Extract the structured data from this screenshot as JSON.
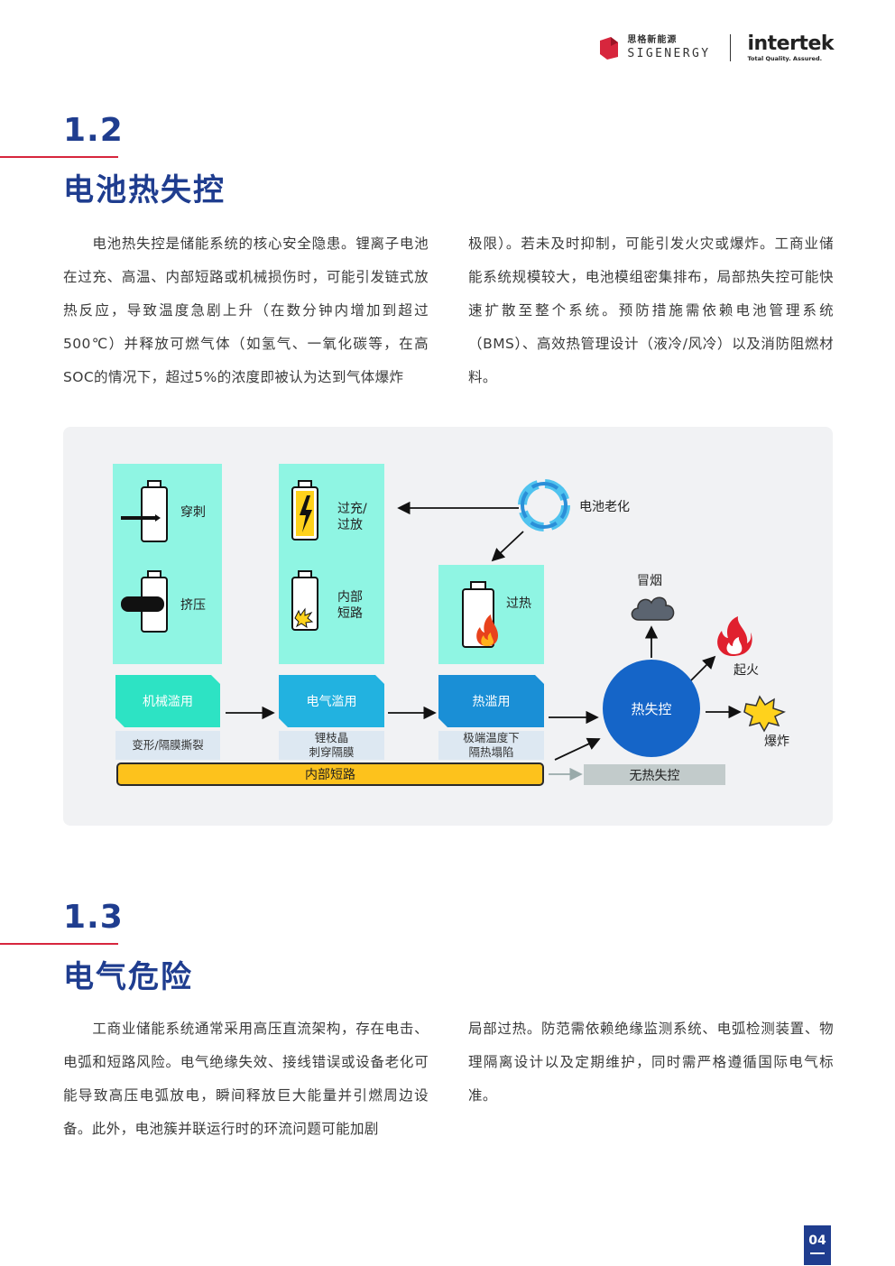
{
  "header": {
    "brand_cn": "思格新能源",
    "brand_en": "SIGENERGY",
    "partner": "intertek",
    "partner_tag": "Total Quality. Assured."
  },
  "section_1_2": {
    "number": "1.2",
    "title": "电池热失控",
    "col1": "　　电池热失控是储能系统的核心安全隐患。锂离子电池在过充、高温、内部短路或机械损伤时，可能引发链式放热反应，导致温度急剧上升（在数分钟内增加到超过500℃）并释放可燃气体（如氢气、一氧化碳等，在高SOC的情况下，超过5%的浓度即被认为达到气体爆炸",
    "col2": "极限）。若未及时抑制，可能引发火灾或爆炸。工商业储能系统规模较大，电池模组密集排布，局部热失控可能快速扩散至整个系统。预防措施需依赖电池管理系统（BMS）、高效热管理设计（液冷/风冷）以及消防阻燃材料。"
  },
  "diagram": {
    "puncture": "穿刺",
    "crush": "挤压",
    "overcharge": "过充/\n过放",
    "internal_short": "内部\n短路",
    "aging": "电池老化",
    "overheat": "过热",
    "smoke": "冒烟",
    "fire": "起火",
    "explosion": "爆炸",
    "mech_abuse": "机械滥用",
    "elec_abuse": "电气滥用",
    "thermal_abuse": "热滥用",
    "mech_sub": "变形/隔膜撕裂",
    "elec_sub": "锂枝晶\n刺穿隔膜",
    "thermal_sub": "极端温度下\n隔热塌陷",
    "isc_bar": "内部短路",
    "thermal_runaway": "热失控",
    "no_runaway": "无热失控",
    "colors": {
      "teal_box": "#8ff5e3",
      "mech": "#2de3c4",
      "elec": "#22b2e0",
      "thermal": "#1a8fd6",
      "runaway": "#1565c8",
      "isc": "#fdc21c"
    }
  },
  "section_1_3": {
    "number": "1.3",
    "title": "电气危险",
    "col1": "　　工商业储能系统通常采用高压直流架构，存在电击、电弧和短路风险。电气绝缘失效、接线错误或设备老化可能导致高压电弧放电，瞬间释放巨大能量并引燃周边设备。此外，电池簇并联运行时的环流问题可能加剧",
    "col2": "局部过热。防范需依赖绝缘监测系统、电弧检测装置、物理隔离设计以及定期维护，同时需严格遵循国际电气标准。"
  },
  "page_number": "04"
}
